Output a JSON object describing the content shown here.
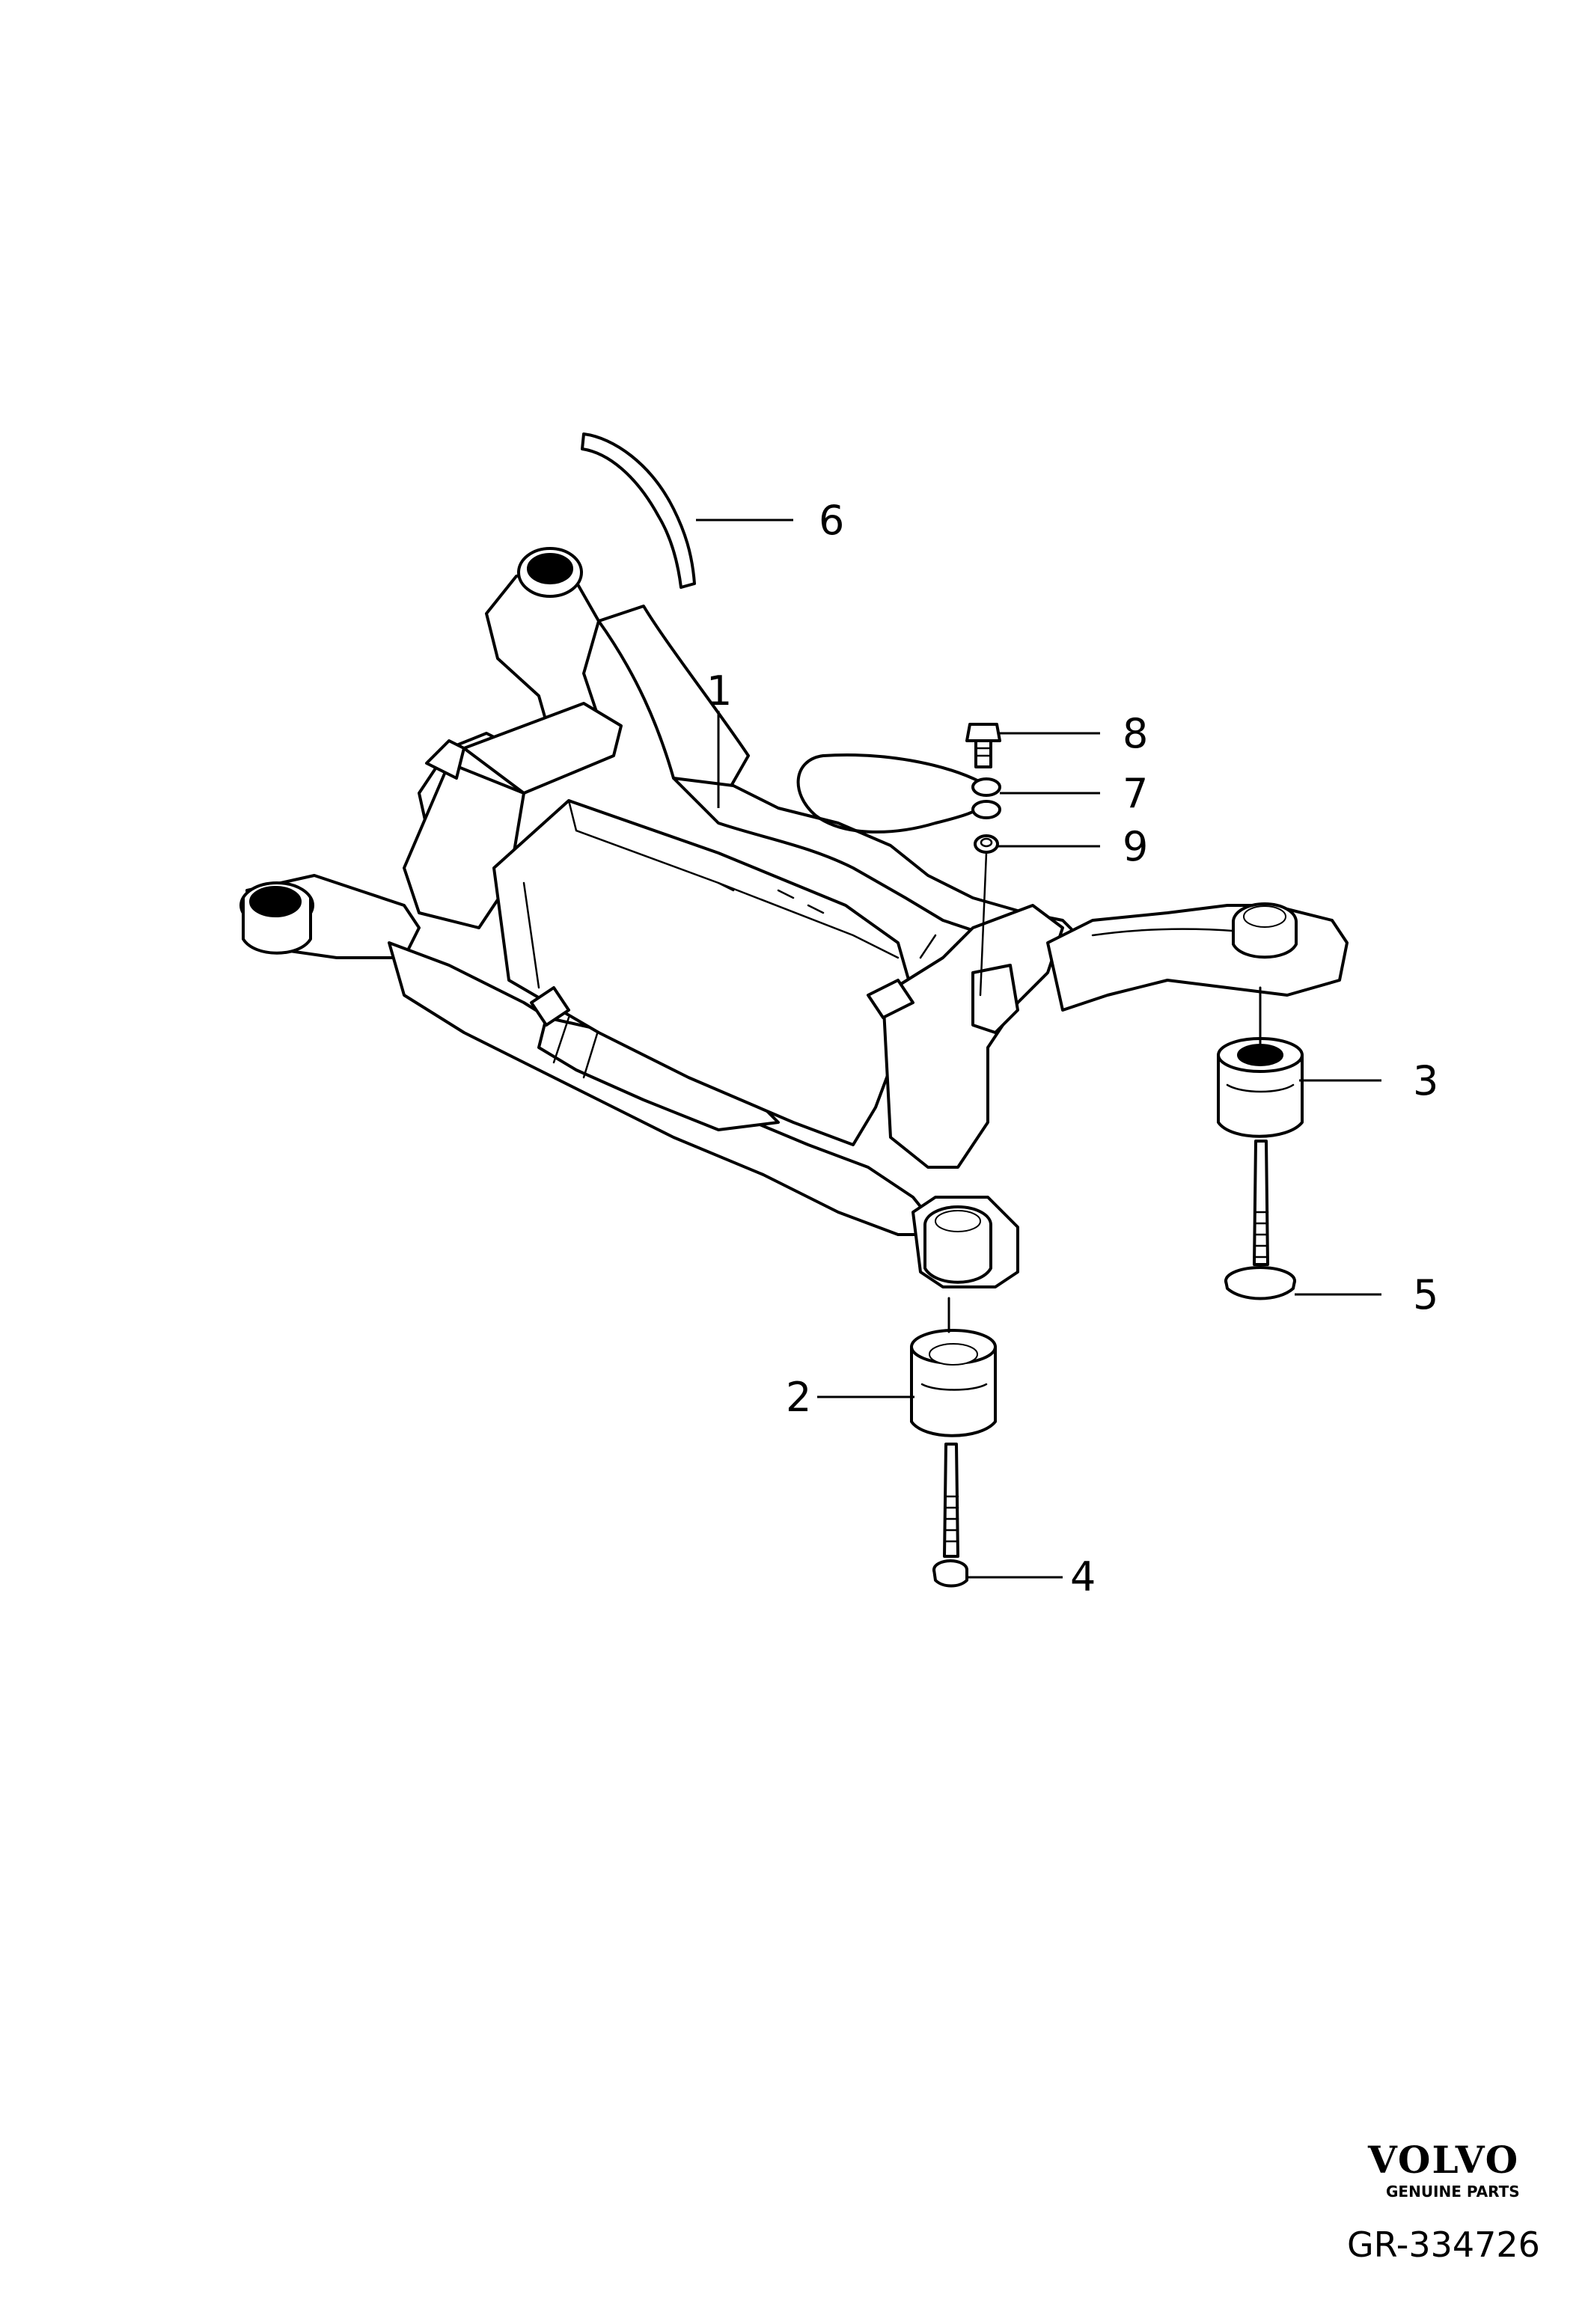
{
  "callouts": [
    {
      "id": "1",
      "label": "1"
    },
    {
      "id": "2",
      "label": "2"
    },
    {
      "id": "3",
      "label": "3"
    },
    {
      "id": "4",
      "label": "4"
    },
    {
      "id": "5",
      "label": "5"
    },
    {
      "id": "6",
      "label": "6"
    },
    {
      "id": "7",
      "label": "7"
    },
    {
      "id": "8",
      "label": "8"
    },
    {
      "id": "9",
      "label": "9"
    }
  ],
  "footer": {
    "brand": "VOLVO",
    "brand_sub": "GENUINE PARTS",
    "diagram_id": "GR-334726"
  }
}
